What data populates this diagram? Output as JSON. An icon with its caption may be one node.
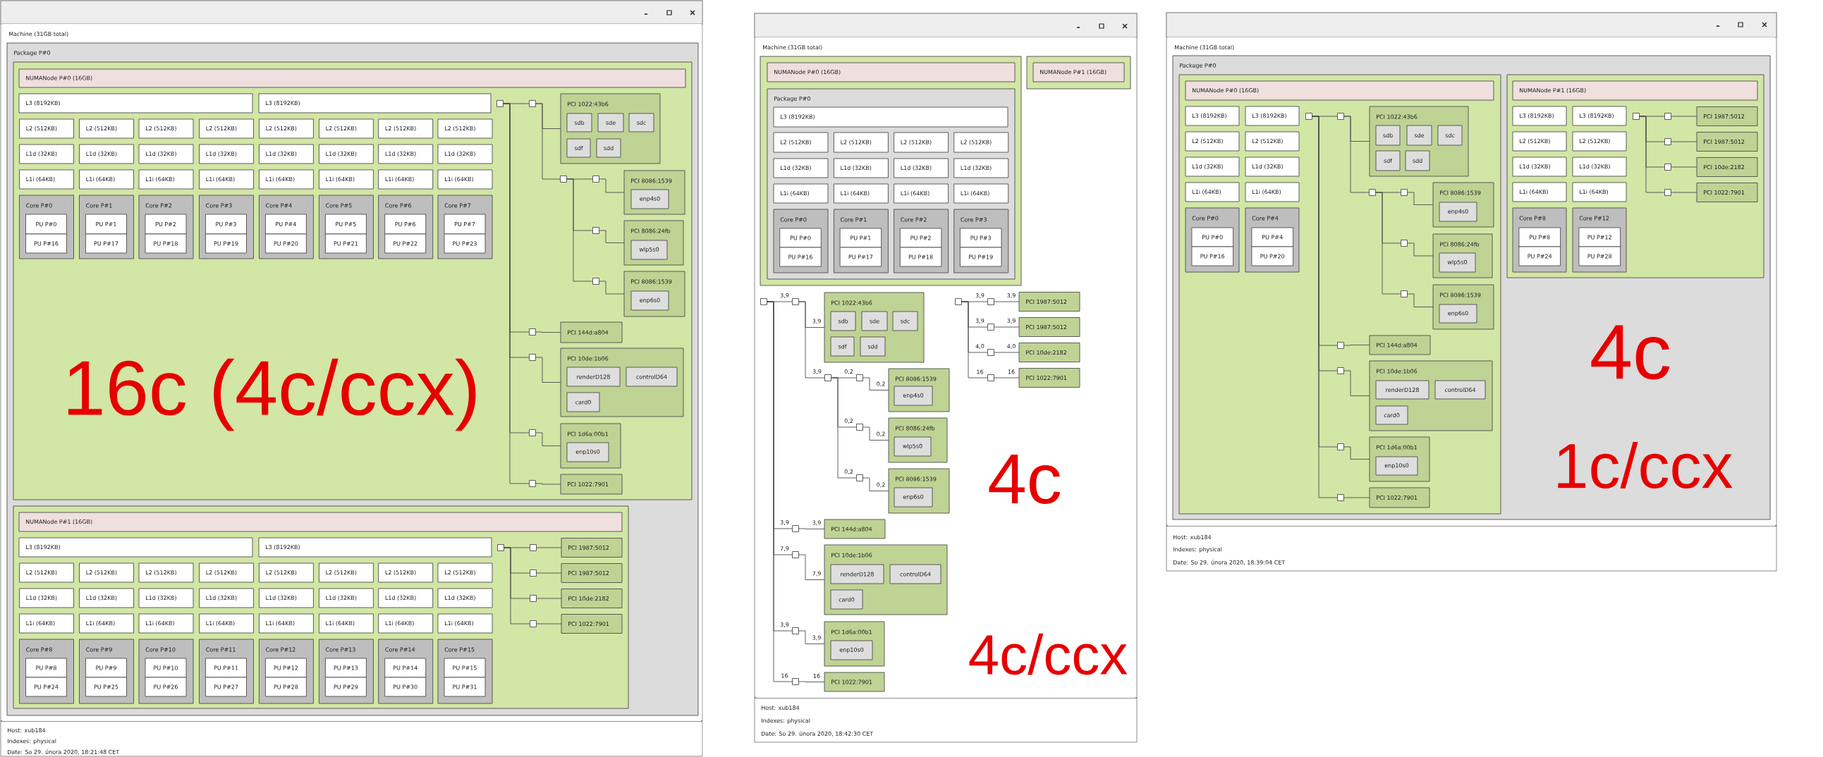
{
  "diagram": {
    "nodes": [
      {
        "text": [
          "Machine (31GB total)"
        ]
      },
      {
        "text": [
          "Package P#0"
        ],
        "in": 0
      },
      {
        "text": [],
        "shape": "box",
        "in": 1
      },
      {
        "text": [
          "NUMANode P#0 (16GB)"
        ],
        "in": 2
      },
      {
        "text": [
          "L3 (8192KB)"
        ],
        "in": 2
      },
      {
        "text": [
          "L3 (8192KB)"
        ],
        "in": 2
      },
      {
        "text": [
          "L2 (512KB)"
        ],
        "in": 2
      },
      {
        "text": [
          "L2 (512KB)"
        ],
        "in": 2
      },
      {
        "text": [
          "L2 (512KB)"
        ],
        "in": 2
      },
      {
        "text": [
          "L2 (512KB)"
        ],
        "in": 2
      },
      {
        "text": [
          "L2 (512KB)"
        ],
        "in": 2
      },
      {
        "text": [
          "L2 (512KB)"
        ],
        "in": 2
      },
      {
        "text": [
          "L2 (512KB)"
        ],
        "in": 2
      },
      {
        "text": [
          "L2 (512KB)"
        ],
        "in": 2
      },
      {
        "text": [
          "L1d (32KB)"
        ],
        "in": 2
      },
      {
        "text": [
          "L1d (32KB)"
        ],
        "in": 2
      },
      {
        "text": [
          "L1d (32KB)"
        ],
        "in": 2
      },
      {
        "text": [
          "L1d (32KB)"
        ],
        "in": 2
      },
      {
        "text": [
          "L1d (32KB)"
        ],
        "in": 2
      },
      {
        "text": [
          "L1d (32KB)"
        ],
        "in": 2
      },
      {
        "text": [
          "L1d (32KB)"
        ],
        "in": 2
      },
      {
        "text": [
          "L1d (32KB)"
        ],
        "in": 2
      },
      {
        "text": [
          "L1i (64KB)"
        ],
        "in": 2
      },
      {
        "text": [
          "L1i (64KB)"
        ],
        "in": 2
      },
      {
        "text": [
          "L1i (64KB)"
        ],
        "in": 2
      },
      {
        "text": [
          "L1i (64KB)"
        ],
        "in": 2
      },
      {
        "text": [
          "L1i (64KB)"
        ],
        "in": 2
      },
      {
        "text": [
          "L1i (64KB)"
        ],
        "in": 2
      },
      {
        "text": [
          "L1i (64KB)"
        ],
        "in": 2
      },
      {
        "text": [
          "L1i (64KB)"
        ],
        "in": 2
      },
      {
        "text": [
          "Core P#0"
        ],
        "in": 2
      },
      {
        "text": [
          "PU P#0"
        ],
        "in": 30
      },
      {
        "text": [
          "PU P#16"
        ],
        "in": 30
      },
      {
        "text": [
          "Core P#1"
        ],
        "in": 2
      },
      {
        "text": [
          "PU P#1"
        ],
        "in": 33
      },
      {
        "text": [
          "PU P#17"
        ],
        "in": 33
      },
      {
        "text": [
          "Core P#2"
        ],
        "in": 2
      },
      {
        "text": [
          "PU P#2"
        ],
        "in": 36
      },
      {
        "text": [
          "PU P#18"
        ],
        "in": 36
      },
      {
        "text": [
          "Core P#3"
        ],
        "in": 2
      },
      {
        "text": [
          "PU P#3"
        ],
        "in": 39
      },
      {
        "text": [
          "PU P#19"
        ],
        "in": 39
      },
      {
        "text": [
          "Core P#4"
        ],
        "in": 2
      },
      {
        "text": [
          "PU P#4"
        ],
        "in": 42
      },
      {
        "text": [
          "PU P#20"
        ],
        "in": 42
      },
      {
        "text": [
          "Core P#5"
        ],
        "in": 2
      },
      {
        "text": [
          "PU P#5"
        ],
        "in": 45
      },
      {
        "text": [
          "PU P#21"
        ],
        "in": 45
      },
      {
        "text": [
          "Core P#6"
        ],
        "in": 2
      },
      {
        "text": [
          "PU P#6"
        ],
        "in": 48
      },
      {
        "text": [
          "PU P#22"
        ],
        "in": 48
      },
      {
        "text": [
          "Core P#7"
        ],
        "in": 2
      },
      {
        "text": [
          "PU P#7"
        ],
        "in": 51
      },
      {
        "text": [
          "PU P#23"
        ],
        "in": 51
      },
      {
        "text": [],
        "shape": "box",
        "in": 2
      },
      {
        "text": [],
        "shape": "box",
        "in": 2
      },
      {
        "text": [
          "PCI 1022:43b6"
        ],
        "in": 2
      },
      {
        "text": [
          "sdb"
        ],
        "in": 56
      },
      {
        "text": [
          "sde"
        ],
        "in": 56
      },
      {
        "text": [
          "sdc"
        ],
        "in": 56
      },
      {
        "text": [
          "sdf"
        ],
        "in": 56
      },
      {
        "text": [
          "sdd"
        ],
        "in": 56
      },
      {
        "text": [],
        "shape": "box",
        "in": 2
      },
      {
        "text": [],
        "shape": "box",
        "in": 2
      },
      {
        "text": [
          "PCI 8086:1539"
        ],
        "in": 2
      },
      {
        "text": [
          "enp4s0"
        ],
        "in": 64
      },
      {
        "text": [],
        "shape": "box",
        "in": 2
      },
      {
        "text": [
          "PCI 8086:24fb"
        ],
        "in": 2
      },
      {
        "text": [
          "wlp5s0"
        ],
        "in": 67
      },
      {
        "text": [],
        "shape": "box",
        "in": 2
      },
      {
        "text": [
          "PCI 8086:1539"
        ],
        "in": 2
      },
      {
        "text": [
          "enp6s0"
        ],
        "in": 70
      },
      {
        "text": [],
        "shape": "box",
        "in": 2
      },
      {
        "text": [
          "PCI 144d:a804"
        ],
        "in": 2
      },
      {
        "text": [],
        "shape": "box",
        "in": 2
      },
      {
        "text": [
          "PCI 10de:1b06"
        ],
        "in": 2
      },
      {
        "text": [
          "renderD128"
        ],
        "in": 75
      },
      {
        "text": [
          "controlD64"
        ],
        "in": 75
      },
      {
        "text": [
          "card0"
        ],
        "in": 75
      },
      {
        "text": [],
        "shape": "box",
        "in": 2
      },
      {
        "text": [
          "PCI 1d6a:00b1"
        ],
        "in": 2
      },
      {
        "text": [
          "enp10s0"
        ],
        "in": 80
      },
      {
        "text": [],
        "shape": "box",
        "in": 2
      },
      {
        "text": [
          "PCI 1022:7901"
        ],
        "in": 2
      },
      {
        "text": [],
        "shape": "box",
        "in": 1
      },
      {
        "text": [
          "NUMANode P#1 (16GB)"
        ],
        "in": 84
      },
      {
        "text": [
          "L3 (8192KB)"
        ],
        "in": 84
      },
      {
        "text": [
          "L3 (8192KB)"
        ],
        "in": 84
      },
      {
        "text": [
          "L2 (512KB)"
        ],
        "in": 84
      },
      {
        "text": [
          "L2 (512KB)"
        ],
        "in": 84
      },
      {
        "text": [
          "L2 (512KB)"
        ],
        "in": 84
      },
      {
        "text": [
          "L2 (512KB)"
        ],
        "in": 84
      },
      {
        "text": [
          "L2 (512KB)"
        ],
        "in": 84
      },
      {
        "text": [
          "L2 (512KB)"
        ],
        "in": 84
      },
      {
        "text": [
          "L2 (512KB)"
        ],
        "in": 84
      },
      {
        "text": [
          "L2 (512KB)"
        ],
        "in": 84
      },
      {
        "text": [
          "L1d (32KB)"
        ],
        "in": 84
      },
      {
        "text": [
          "L1d (32KB)"
        ],
        "in": 84
      },
      {
        "text": [
          "L1d (32KB)"
        ],
        "in": 84
      },
      {
        "text": [
          "L1d (32KB)"
        ],
        "in": 84
      },
      {
        "text": [
          "L1d (32KB)"
        ],
        "in": 84
      },
      {
        "text": [
          "L1d (32KB)"
        ],
        "in": 84
      },
      {
        "text": [
          "L1d (32KB)"
        ],
        "in": 84
      },
      {
        "text": [
          "L1d (32KB)"
        ],
        "in": 84
      },
      {
        "text": [
          "L1i (64KB)"
        ],
        "in": 84
      },
      {
        "text": [
          "L1i (64KB)"
        ],
        "in": 84
      },
      {
        "text": [
          "L1i (64KB)"
        ],
        "in": 84
      },
      {
        "text": [
          "L1i (64KB)"
        ],
        "in": 84
      },
      {
        "text": [
          "L1i (64KB)"
        ],
        "in": 84
      },
      {
        "text": [
          "L1i (64KB)"
        ],
        "in": 84
      },
      {
        "text": [
          "L1i (64KB)"
        ],
        "in": 84
      },
      {
        "text": [
          "L1i (64KB)"
        ],
        "in": 84
      },
      {
        "text": [
          "Core P#8"
        ],
        "in": 84
      },
      {
        "text": [
          "PU P#8"
        ],
        "in": 112
      },
      {
        "text": [
          "PU P#24"
        ],
        "in": 112
      },
      {
        "text": [
          "Core P#9"
        ],
        "in": 84
      },
      {
        "text": [
          "PU P#9"
        ],
        "in": 115
      },
      {
        "text": [
          "PU P#25"
        ],
        "in": 115
      },
      {
        "text": [
          "Core P#10"
        ],
        "in": 84
      },
      {
        "text": [
          "PU P#10"
        ],
        "in": 118
      },
      {
        "text": [
          "PU P#26"
        ],
        "in": 118
      },
      {
        "text": [
          "Core P#11"
        ],
        "in": 84
      },
      {
        "text": [
          "PU P#11"
        ],
        "in": 121
      },
      {
        "text": [
          "PU P#27"
        ],
        "in": 121
      },
      {
        "text": [
          "Core P#12"
        ],
        "in": 84
      },
      {
        "text": [
          "PU P#12"
        ],
        "in": 124
      },
      {
        "text": [
          "PU P#28"
        ],
        "in": 124
      },
      {
        "text": [
          "Core P#13"
        ],
        "in": 84
      },
      {
        "text": [
          "PU P#13"
        ],
        "in": 127
      },
      {
        "text": [
          "PU P#29"
        ],
        "in": 127
      },
      {
        "text": [
          "Core P#14"
        ],
        "in": 84
      },
      {
        "text": [
          "PU P#14"
        ],
        "in": 130
      },
      {
        "text": [
          "PU P#30"
        ],
        "in": 130
      },
      {
        "text": [
          "Core P#15"
        ],
        "in": 84
      },
      {
        "text": [
          "PU P#15"
        ],
        "in": 133
      },
      {
        "text": [
          "PU P#31"
        ],
        "in": 133
      },
      {
        "text": [],
        "shape": "box",
        "in": 84
      },
      {
        "text": [],
        "shape": "box",
        "in": 84
      },
      {
        "text": [
          "PCI 1987:5012"
        ],
        "in": 84
      },
      {
        "text": [],
        "shape": "box",
        "in": 84
      },
      {
        "text": [
          "PCI 1987:5012"
        ],
        "in": 84
      },
      {
        "text": [],
        "shape": "box",
        "in": 84
      },
      {
        "text": [
          "PCI 10de:2182"
        ],
        "in": 84
      },
      {
        "text": [],
        "shape": "box",
        "in": 84
      },
      {
        "text": [
          "PCI 1022:7901"
        ],
        "in": 84
      },
      {
        "text": [
          "Machine (31GB total)"
        ]
      },
      {
        "text": [],
        "shape": "box",
        "in": 145
      },
      {
        "text": [
          "NUMANode P#0 (16GB)"
        ],
        "in": 146
      },
      {
        "text": [
          "Package P#0"
        ],
        "in": 146
      },
      {
        "text": [
          "L3 (8192KB)"
        ],
        "in": 148
      },
      {
        "text": [
          "L2 (512KB)"
        ],
        "in": 148
      },
      {
        "text": [
          "L2 (512KB)"
        ],
        "in": 148
      },
      {
        "text": [
          "L2 (512KB)"
        ],
        "in": 148
      },
      {
        "text": [
          "L2 (512KB)"
        ],
        "in": 148
      },
      {
        "text": [
          "L1d (32KB)"
        ],
        "in": 148
      },
      {
        "text": [
          "L1d (32KB)"
        ],
        "in": 148
      },
      {
        "text": [
          "L1d (32KB)"
        ],
        "in": 148
      },
      {
        "text": [
          "L1d (32KB)"
        ],
        "in": 148
      },
      {
        "text": [
          "L1i (64KB)"
        ],
        "in": 148
      },
      {
        "text": [
          "L1i (64KB)"
        ],
        "in": 148
      },
      {
        "text": [
          "L1i (64KB)"
        ],
        "in": 148
      },
      {
        "text": [
          "L1i (64KB)"
        ],
        "in": 148
      },
      {
        "text": [
          "Core P#0"
        ],
        "in": 148
      },
      {
        "text": [
          "PU P#0"
        ],
        "in": 162
      },
      {
        "text": [
          "PU P#16"
        ],
        "in": 162
      },
      {
        "text": [
          "Core P#1"
        ],
        "in": 148
      },
      {
        "text": [
          "PU P#1"
        ],
        "in": 165
      },
      {
        "text": [
          "PU P#17"
        ],
        "in": 165
      },
      {
        "text": [
          "Core P#2"
        ],
        "in": 148
      },
      {
        "text": [
          "PU P#2"
        ],
        "in": 168
      },
      {
        "text": [
          "PU P#18"
        ],
        "in": 168
      },
      {
        "text": [
          "Core P#3"
        ],
        "in": 148
      },
      {
        "text": [
          "PU P#3"
        ],
        "in": 171
      },
      {
        "text": [
          "PU P#19"
        ],
        "in": 171
      },
      {
        "text": [],
        "shape": "box",
        "in": 145
      },
      {
        "text": [
          "NUMANode P#1 (16GB)"
        ],
        "in": 174
      },
      {
        "text": [],
        "shape": "box",
        "in": 145
      },
      {
        "text": [],
        "shape": "box",
        "in": 145
      },
      {
        "text": [
          "PCI 1022:43b6"
        ],
        "in": 145
      },
      {
        "text": [
          "sdb"
        ],
        "in": 178
      },
      {
        "text": [
          "sde"
        ],
        "in": 178
      },
      {
        "text": [
          "sdc"
        ],
        "in": 178
      },
      {
        "text": [
          "sdf"
        ],
        "in": 178
      },
      {
        "text": [
          "sdd"
        ],
        "in": 178
      },
      {
        "text": [],
        "shape": "box",
        "in": 145
      },
      {
        "text": [],
        "shape": "box",
        "in": 145
      },
      {
        "text": [
          "PCI 8086:1539"
        ],
        "in": 145
      },
      {
        "text": [
          "enp4s0"
        ],
        "in": 186
      },
      {
        "text": [],
        "shape": "box",
        "in": 145
      },
      {
        "text": [
          "PCI 8086:24fb"
        ],
        "in": 145
      },
      {
        "text": [
          "wlp5s0"
        ],
        "in": 189
      },
      {
        "text": [],
        "shape": "box",
        "in": 145
      },
      {
        "text": [
          "PCI 8086:1539"
        ],
        "in": 145
      },
      {
        "text": [
          "enp6s0"
        ],
        "in": 192
      },
      {
        "text": [],
        "shape": "box",
        "in": 145
      },
      {
        "text": [
          "PCI 144d:a804"
        ],
        "in": 145
      },
      {
        "text": [],
        "shape": "box",
        "in": 145
      },
      {
        "text": [
          "PCI 10de:1b06"
        ],
        "in": 145
      },
      {
        "text": [
          "renderD128"
        ],
        "in": 197
      },
      {
        "text": [
          "controlD64"
        ],
        "in": 197
      },
      {
        "text": [
          "card0"
        ],
        "in": 197
      },
      {
        "text": [],
        "shape": "box",
        "in": 145
      },
      {
        "text": [
          "PCI 1d6a:00b1"
        ],
        "in": 145
      },
      {
        "text": [
          "enp10s0"
        ],
        "in": 202
      },
      {
        "text": [],
        "shape": "box",
        "in": 145
      },
      {
        "text": [
          "PCI 1022:7901"
        ],
        "in": 145
      },
      {
        "text": [],
        "shape": "box",
        "in": 145
      },
      {
        "text": [],
        "shape": "box",
        "in": 145
      },
      {
        "text": [
          "PCI 1987:5012"
        ],
        "in": 145
      },
      {
        "text": [],
        "shape": "box",
        "in": 145
      },
      {
        "text": [
          "PCI 1987:5012"
        ],
        "in": 145
      },
      {
        "text": [],
        "shape": "box",
        "in": 145
      },
      {
        "text": [
          "PCI 10de:2182"
        ],
        "in": 145
      },
      {
        "text": [],
        "shape": "box",
        "in": 145
      },
      {
        "text": [
          "PCI 1022:7901"
        ],
        "in": 145
      },
      {
        "text": [
          "Machine (31GB total)"
        ]
      },
      {
        "text": [
          "Package P#0"
        ],
        "in": 215
      },
      {
        "text": [],
        "shape": "box",
        "in": 216
      },
      {
        "text": [
          "NUMANode P#0 (16GB)"
        ],
        "in": 217
      },
      {
        "text": [
          "L3 (8192KB)"
        ],
        "in": 217
      },
      {
        "text": [
          "L3 (8192KB)"
        ],
        "in": 217
      },
      {
        "text": [
          "L2 (512KB)"
        ],
        "in": 217
      },
      {
        "text": [
          "L2 (512KB)"
        ],
        "in": 217
      },
      {
        "text": [
          "L1d (32KB)"
        ],
        "in": 217
      },
      {
        "text": [
          "L1d (32KB)"
        ],
        "in": 217
      },
      {
        "text": [
          "L1i (64KB)"
        ],
        "in": 217
      },
      {
        "text": [
          "L1i (64KB)"
        ],
        "in": 217
      },
      {
        "text": [
          "Core P#0"
        ],
        "in": 217
      },
      {
        "text": [
          "PU P#0"
        ],
        "in": 227
      },
      {
        "text": [
          "PU P#16"
        ],
        "in": 227
      },
      {
        "text": [
          "Core P#4"
        ],
        "in": 217
      },
      {
        "text": [
          "PU P#4"
        ],
        "in": 230
      },
      {
        "text": [
          "PU P#20"
        ],
        "in": 230
      },
      {
        "text": [],
        "shape": "box",
        "in": 217
      },
      {
        "text": [],
        "shape": "box",
        "in": 217
      },
      {
        "text": [
          "PCI 1022:43b6"
        ],
        "in": 217
      },
      {
        "text": [
          "sdb"
        ],
        "in": 235
      },
      {
        "text": [
          "sde"
        ],
        "in": 235
      },
      {
        "text": [
          "sdc"
        ],
        "in": 235
      },
      {
        "text": [
          "sdf"
        ],
        "in": 235
      },
      {
        "text": [
          "sdd"
        ],
        "in": 235
      },
      {
        "text": [],
        "shape": "box",
        "in": 217
      },
      {
        "text": [],
        "shape": "box",
        "in": 217
      },
      {
        "text": [
          "PCI 8086:1539"
        ],
        "in": 217
      },
      {
        "text": [
          "enp4s0"
        ],
        "in": 243
      },
      {
        "text": [],
        "shape": "box",
        "in": 217
      },
      {
        "text": [
          "PCI 8086:24fb"
        ],
        "in": 217
      },
      {
        "text": [
          "wlp5s0"
        ],
        "in": 246
      },
      {
        "text": [],
        "shape": "box",
        "in": 217
      },
      {
        "text": [
          "PCI 8086:1539"
        ],
        "in": 217
      },
      {
        "text": [
          "enp6s0"
        ],
        "in": 249
      },
      {
        "text": [],
        "shape": "box",
        "in": 217
      },
      {
        "text": [
          "PCI 144d:a804"
        ],
        "in": 217
      },
      {
        "text": [],
        "shape": "box",
        "in": 217
      },
      {
        "text": [
          "PCI 10de:1b06"
        ],
        "in": 217
      },
      {
        "text": [
          "renderD128"
        ],
        "in": 254
      },
      {
        "text": [
          "controlD64"
        ],
        "in": 254
      },
      {
        "text": [
          "card0"
        ],
        "in": 254
      },
      {
        "text": [],
        "shape": "box",
        "in": 217
      },
      {
        "text": [
          "PCI 1d6a:00b1"
        ],
        "in": 217
      },
      {
        "text": [
          "enp10s0"
        ],
        "in": 259
      },
      {
        "text": [],
        "shape": "box",
        "in": 217
      },
      {
        "text": [
          "PCI 1022:7901"
        ],
        "in": 217
      },
      {
        "text": [],
        "shape": "box",
        "in": 216
      },
      {
        "text": [
          "NUMANode P#1 (16GB)"
        ],
        "in": 263
      },
      {
        "text": [
          "L3 (8192KB)"
        ],
        "in": 263
      },
      {
        "text": [
          "L3 (8192KB)"
        ],
        "in": 263
      },
      {
        "text": [
          "L2 (512KB)"
        ],
        "in": 263
      },
      {
        "text": [
          "L2 (512KB)"
        ],
        "in": 263
      },
      {
        "text": [
          "L1d (32KB)"
        ],
        "in": 263
      },
      {
        "text": [
          "L1d (32KB)"
        ],
        "in": 263
      },
      {
        "text": [
          "L1i (64KB)"
        ],
        "in": 263
      },
      {
        "text": [
          "L1i (64KB)"
        ],
        "in": 263
      },
      {
        "text": [
          "Core P#8"
        ],
        "in": 263
      },
      {
        "text": [
          "PU P#8"
        ],
        "in": 273
      },
      {
        "text": [
          "PU P#24"
        ],
        "in": 273
      },
      {
        "text": [
          "Core P#12"
        ],
        "in": 263
      },
      {
        "text": [
          "PU P#12"
        ],
        "in": 276
      },
      {
        "text": [
          "PU P#28"
        ],
        "in": 276
      },
      {
        "text": [],
        "shape": "box",
        "in": 263
      },
      {
        "text": [],
        "shape": "box",
        "in": 263
      },
      {
        "text": [
          "PCI 1987:5012"
        ],
        "in": 263
      },
      {
        "text": [],
        "shape": "box",
        "in": 263
      },
      {
        "text": [
          "PCI 1987:5012"
        ],
        "in": 263
      },
      {
        "text": [],
        "shape": "box",
        "in": 263
      },
      {
        "text": [
          "PCI 10de:2182"
        ],
        "in": 263
      },
      {
        "text": [],
        "shape": "box",
        "in": 263
      },
      {
        "text": [
          "PCI 1022:7901"
        ],
        "in": 263
      }
    ],
    "edges": [
      {
        "from": 54,
        "to": 55,
        "arrow": "none"
      },
      {
        "from": 55,
        "to": 56,
        "arrow": "none"
      },
      {
        "from": 55,
        "to": 62,
        "arrow": "none"
      },
      {
        "from": 62,
        "to": 63,
        "arrow": "none"
      },
      {
        "from": 63,
        "to": 64,
        "arrow": "none"
      },
      {
        "from": 62,
        "to": 66,
        "arrow": "none"
      },
      {
        "from": 66,
        "to": 67,
        "arrow": "none"
      },
      {
        "from": 62,
        "to": 69,
        "arrow": "none"
      },
      {
        "from": 69,
        "to": 70,
        "arrow": "none"
      },
      {
        "from": 54,
        "to": 72,
        "arrow": "none"
      },
      {
        "from": 72,
        "to": 73,
        "arrow": "none"
      },
      {
        "from": 54,
        "to": 74,
        "arrow": "none"
      },
      {
        "from": 74,
        "to": 75,
        "arrow": "none"
      },
      {
        "from": 54,
        "to": 79,
        "arrow": "none"
      },
      {
        "from": 79,
        "to": 80,
        "arrow": "none"
      },
      {
        "from": 54,
        "to": 82,
        "arrow": "none"
      },
      {
        "from": 82,
        "to": 83,
        "arrow": "none"
      },
      {
        "from": 136,
        "to": 137,
        "arrow": "none"
      },
      {
        "from": 137,
        "to": 138,
        "arrow": "none"
      },
      {
        "from": 136,
        "to": 139,
        "arrow": "none"
      },
      {
        "from": 139,
        "to": 140,
        "arrow": "none"
      },
      {
        "from": 136,
        "to": 141,
        "arrow": "none"
      },
      {
        "from": 141,
        "to": 142,
        "arrow": "none"
      },
      {
        "from": 136,
        "to": 143,
        "arrow": "none"
      },
      {
        "from": 143,
        "to": 144,
        "arrow": "none"
      },
      {
        "from": 176,
        "to": 177,
        "arrow": "none",
        "label": "3,9"
      },
      {
        "from": 177,
        "to": 178,
        "arrow": "none",
        "label": "3,9"
      },
      {
        "from": 177,
        "to": 184,
        "arrow": "none",
        "label": "3,9"
      },
      {
        "from": 184,
        "to": 185,
        "arrow": "none",
        "label": "0,2"
      },
      {
        "from": 185,
        "to": 186,
        "arrow": "none",
        "label": "0,2"
      },
      {
        "from": 184,
        "to": 188,
        "arrow": "none",
        "label": "0,2"
      },
      {
        "from": 188,
        "to": 189,
        "arrow": "none",
        "label": "0,2"
      },
      {
        "from": 184,
        "to": 191,
        "arrow": "none",
        "label": "0,2"
      },
      {
        "from": 191,
        "to": 192,
        "arrow": "none",
        "label": "0,2"
      },
      {
        "from": 176,
        "to": 194,
        "arrow": "none",
        "label": "3,9"
      },
      {
        "from": 194,
        "to": 195,
        "arrow": "none",
        "label": "3,9"
      },
      {
        "from": 176,
        "to": 196,
        "arrow": "none",
        "label": "7,9"
      },
      {
        "from": 196,
        "to": 197,
        "arrow": "none",
        "label": "7,9"
      },
      {
        "from": 176,
        "to": 201,
        "arrow": "none",
        "label": "3,9"
      },
      {
        "from": 201,
        "to": 202,
        "arrow": "none",
        "label": "3,9"
      },
      {
        "from": 176,
        "to": 204,
        "arrow": "none",
        "label": "16"
      },
      {
        "from": 204,
        "to": 205,
        "arrow": "none",
        "label": "16"
      },
      {
        "from": 206,
        "to": 207,
        "arrow": "none",
        "label": "3,9"
      },
      {
        "from": 207,
        "to": 208,
        "arrow": "none",
        "label": "3,9"
      },
      {
        "from": 206,
        "to": 209,
        "arrow": "none",
        "label": "3,9"
      },
      {
        "from": 209,
        "to": 210,
        "arrow": "none",
        "label": "3,9"
      },
      {
        "from": 206,
        "to": 211,
        "arrow": "none",
        "label": "4,0"
      },
      {
        "from": 211,
        "to": 212,
        "arrow": "none",
        "label": "4,0"
      },
      {
        "from": 206,
        "to": 213,
        "arrow": "none",
        "label": "16"
      },
      {
        "from": 213,
        "to": 214,
        "arrow": "none",
        "label": "16"
      },
      {
        "from": 233,
        "to": 234,
        "arrow": "none"
      },
      {
        "from": 234,
        "to": 235,
        "arrow": "none"
      },
      {
        "from": 234,
        "to": 241,
        "arrow": "none"
      },
      {
        "from": 241,
        "to": 242,
        "arrow": "none"
      },
      {
        "from": 242,
        "to": 243,
        "arrow": "none"
      },
      {
        "from": 241,
        "to": 245,
        "arrow": "none"
      },
      {
        "from": 245,
        "to": 246,
        "arrow": "none"
      },
      {
        "from": 241,
        "to": 248,
        "arrow": "none"
      },
      {
        "from": 248,
        "to": 249,
        "arrow": "none"
      },
      {
        "from": 233,
        "to": 251,
        "arrow": "none"
      },
      {
        "from": 251,
        "to": 252,
        "arrow": "none"
      },
      {
        "from": 233,
        "to": 253,
        "arrow": "none"
      },
      {
        "from": 253,
        "to": 254,
        "arrow": "none"
      },
      {
        "from": 233,
        "to": 258,
        "arrow": "none"
      },
      {
        "from": 258,
        "to": 259,
        "arrow": "none"
      },
      {
        "from": 233,
        "to": 261,
        "arrow": "none"
      },
      {
        "from": 261,
        "to": 262,
        "arrow": "none"
      },
      {
        "from": 279,
        "to": 280,
        "arrow": "none"
      },
      {
        "from": 280,
        "to": 281,
        "arrow": "none"
      },
      {
        "from": 279,
        "to": 282,
        "arrow": "none"
      },
      {
        "from": 282,
        "to": 283,
        "arrow": "none"
      },
      {
        "from": 279,
        "to": 284,
        "arrow": "none"
      },
      {
        "from": 284,
        "to": 285,
        "arrow": "none"
      },
      {
        "from": 279,
        "to": 286,
        "arrow": "none"
      },
      {
        "from": 286,
        "to": 287,
        "arrow": "none"
      }
    ],
    "labels": [
      "16c (4c/ccx)",
      "Host: xub184",
      "Indexes: physical",
      "Date: So 29. února 2020, 18:21:48 CET",
      "4c",
      "4c/ccx",
      "Host: xub184",
      "Indexes: physical",
      "Date: So 29. února 2020, 18:42:30 CET",
      "4c",
      "1c/ccx",
      "Host: xub184",
      "Indexes: physical",
      "Date: So 29. února 2020, 18:39:04 CET"
    ]
  }
}
